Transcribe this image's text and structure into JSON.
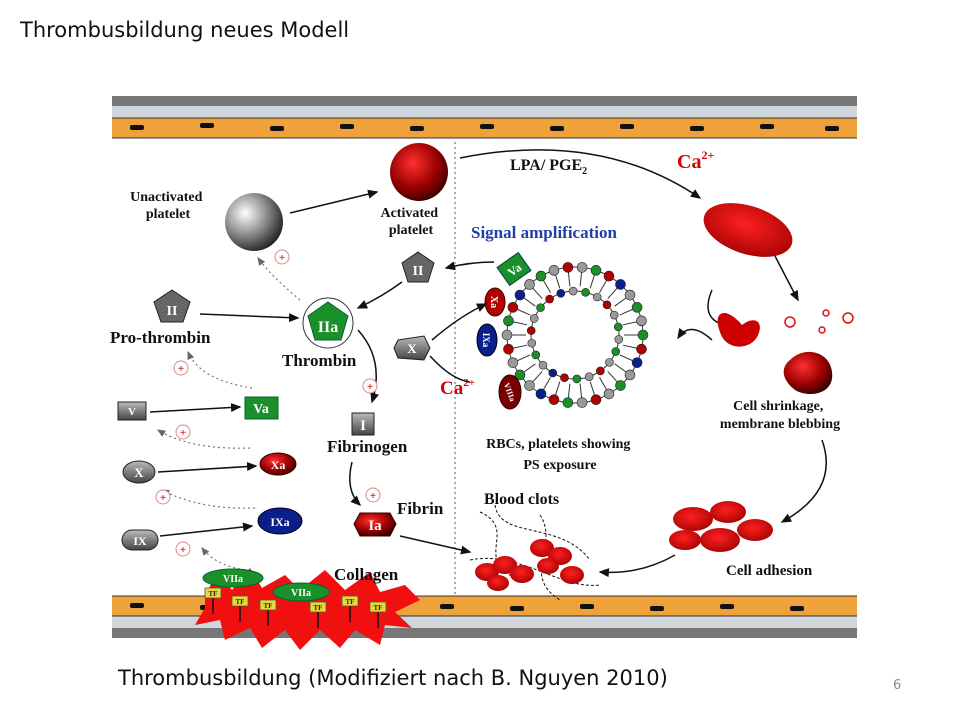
{
  "slide": {
    "title": "Thrombusbildung neues Modell",
    "caption": "Thrombusbildung (Modifiziert nach B. Nguyen 2010)",
    "page_number": "6"
  },
  "diagram": {
    "labels": {
      "unactivated_platelet": [
        "Unactivated",
        "platelet"
      ],
      "activated_platelet": [
        "Activated",
        "platelet"
      ],
      "lpa_pge": {
        "main": "LPA/ PGE",
        "sub": "2"
      },
      "calcium": {
        "main": "Ca",
        "sup": "2+"
      },
      "signal_amplification": "Signal amplification",
      "prothrombin": "Pro-thrombin",
      "thrombin": "Thrombin",
      "fibrinogen": "Fibrinogen",
      "fibrin": "Fibrin",
      "collagen": "Collagen",
      "blood_clots": "Blood clots",
      "cell_shrinkage": [
        "Cell shrinkage,",
        "membrane blebbing"
      ],
      "rbcs_platelets": [
        "RBCs, platelets showing",
        "PS exposure"
      ],
      "cell_adhesion": "Cell adhesion"
    },
    "factors": {
      "II": "II",
      "IIa": "IIa",
      "I": "I",
      "Ia": "Ia",
      "V": "V",
      "Va": "Va",
      "X": "X",
      "Xa": "Xa",
      "IX": "IX",
      "IXa": "IXa",
      "VIIa": "VIIa",
      "TF": "TF",
      "plus": "+"
    }
  }
}
